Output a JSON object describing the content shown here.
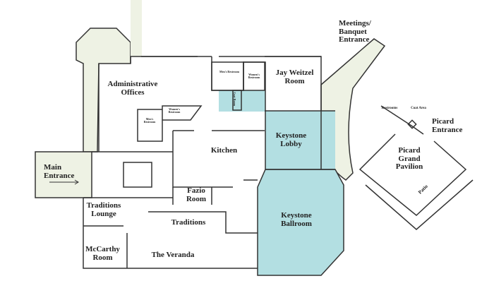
{
  "title": "Floor Plan",
  "colors": {
    "highlight": "#b3dfe2",
    "corridor": "#eef2e4",
    "wall": "#333333"
  },
  "rooms": {
    "admin": "Administrative Offices",
    "mens1": "Men's Restroom",
    "womens1": "Women's Restroom",
    "coat": "Coat Room",
    "womens2": "Women's Restroom",
    "mens2": "Men's Restroom",
    "jay": "Jay Weitzel Room",
    "meetings": "Meetings/ Banquet Entrance",
    "kitchen": "Kitchen",
    "lobby": "Keystone Lobby",
    "main_entrance": "Main Entrance",
    "fazio": "Fazio Room",
    "traditions_lounge": "Traditions Lounge",
    "traditions": "Traditions",
    "ballroom": "Keystone Ballroom",
    "mccarthy": "McCarthy Room",
    "veranda": "The Veranda",
    "picard_pavilion": "Picard Grand Pavilion",
    "picard_entrance": "Picard Entrance",
    "restrooms": "Restrooms",
    "coat_area": "Coat Area",
    "patio": "Patio"
  }
}
